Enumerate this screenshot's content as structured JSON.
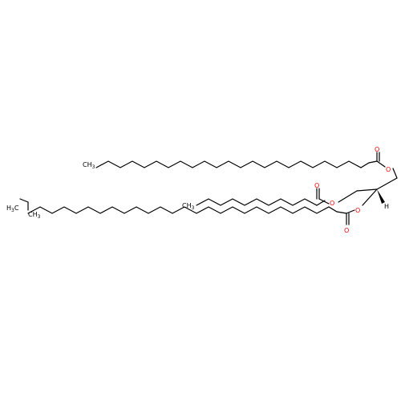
{
  "labels": {
    "ch3_top": "CH",
    "ch3_top_sub": "3",
    "ch3_mid": "CH",
    "ch3_mid_sub": "3",
    "h3c_bottom": "H",
    "h3c_bottom_sub": "3",
    "h3c_bottom_c": "C",
    "ch3_branch": "CH",
    "ch3_branch_sub": "3",
    "oxygen": "O",
    "hydrogen": "H"
  },
  "colors": {
    "bond": "#000000",
    "oxygen": "#ff0000",
    "background": "#ffffff"
  }
}
